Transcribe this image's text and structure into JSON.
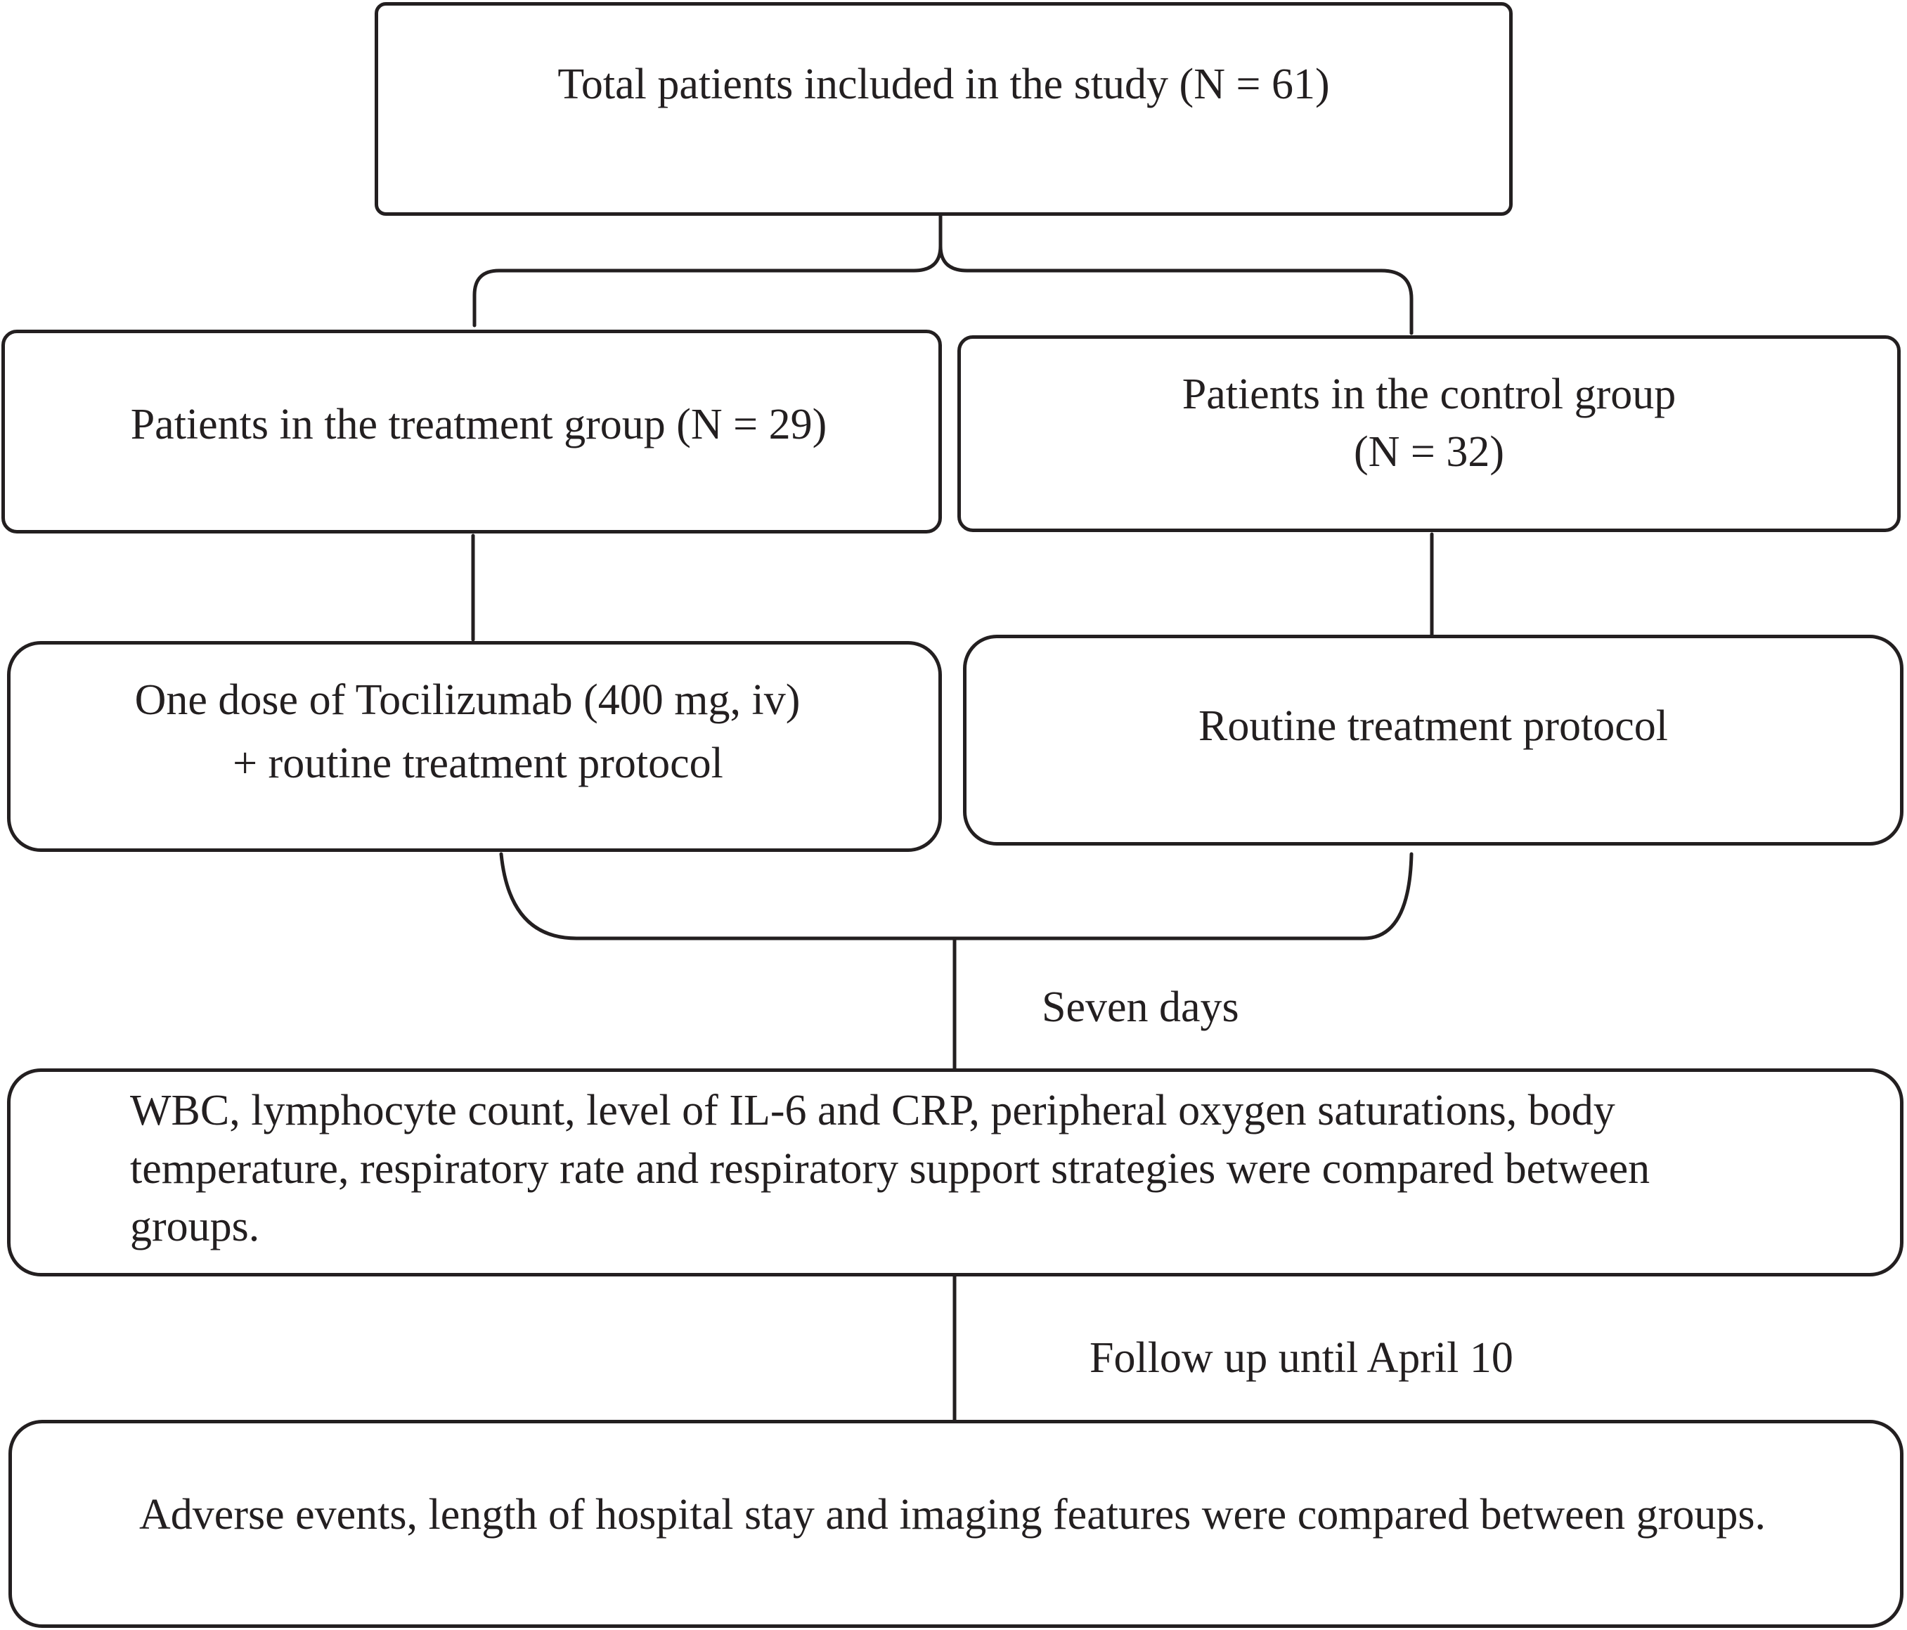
{
  "colors": {
    "ink": "#231f20",
    "background": "#ffffff"
  },
  "boxes": {
    "total": "Total patients included in the study (N = 61)",
    "treatment_group": "Patients in the treatment group (N = 29)",
    "control_group_line1": "Patients in the control group",
    "control_group_line2": "(N = 32)",
    "treatment_protocol_line1": "One dose of Tocilizumab (400 mg, iv)",
    "treatment_protocol_line2": "+ routine treatment protocol",
    "control_protocol": "Routine treatment protocol",
    "comparison_seven_days_line1": "WBC, lymphocyte count, level of IL-6 and CRP, peripheral oxygen saturations, body",
    "comparison_seven_days_line2": "temperature, respiratory rate and respiratory support strategies were compared between",
    "comparison_seven_days_line3": "groups.",
    "comparison_follow_up": "Adverse events, length of hospital stay and imaging features were compared between groups."
  },
  "connectors": {
    "seven_days": "Seven days",
    "follow_up": "Follow up until April 10"
  }
}
